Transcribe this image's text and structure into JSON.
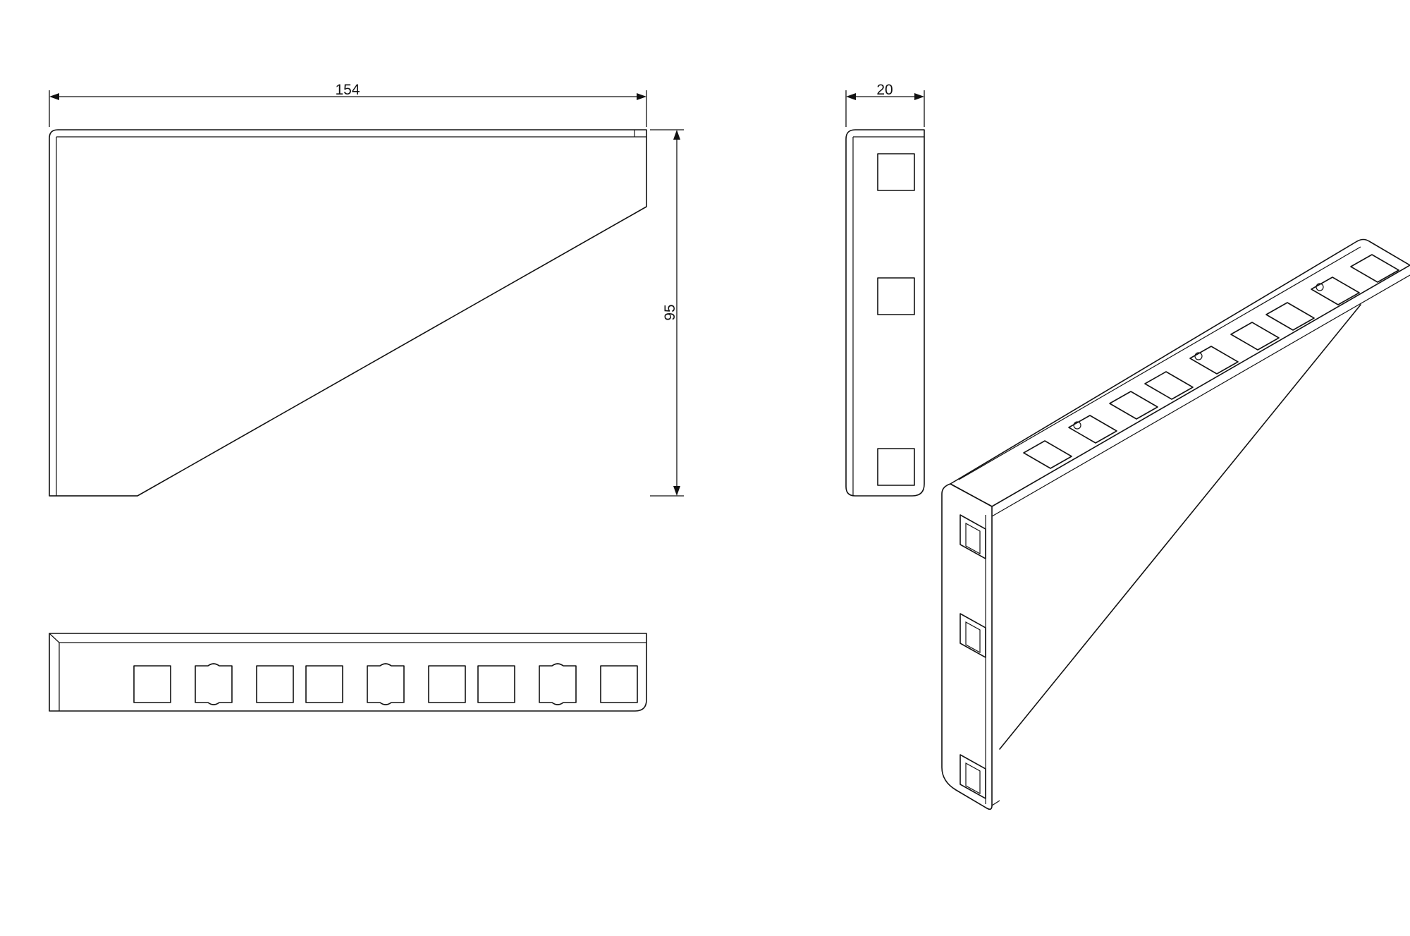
{
  "dimensions": {
    "length": "154",
    "height": "95",
    "width": "20"
  }
}
